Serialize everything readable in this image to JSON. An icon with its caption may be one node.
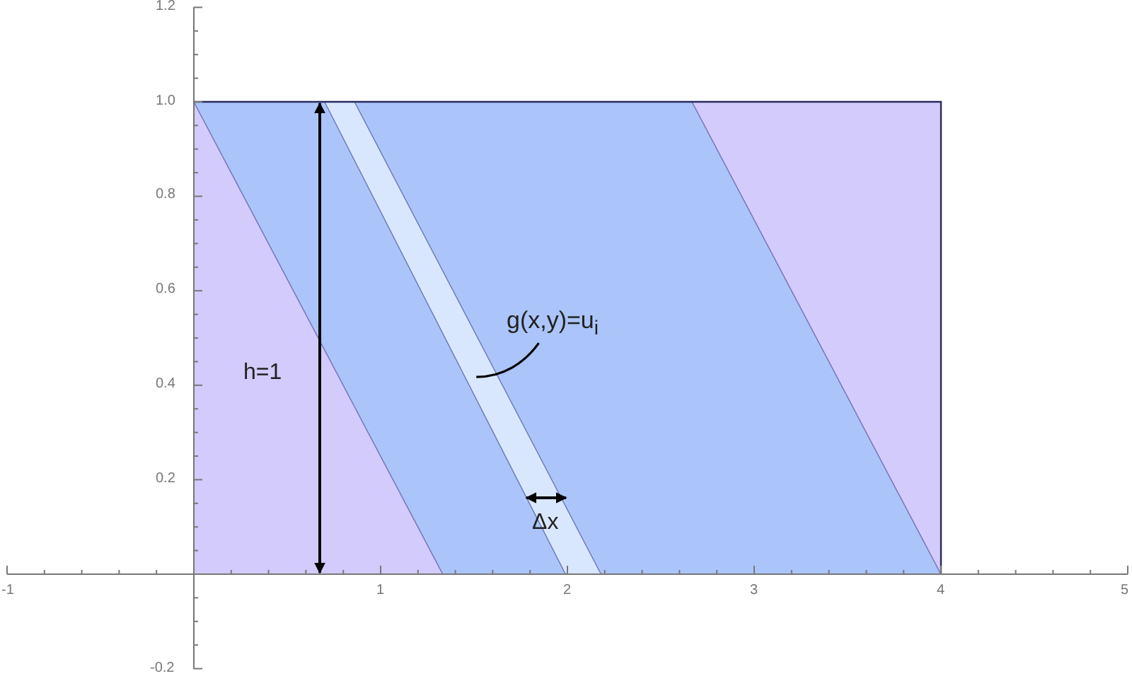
{
  "diagram": {
    "nodes": [
      {
        "text": [
          "g(x,y)=u$_{i}$"
        ]
      },
      {
        "text": [],
        "shape": "bar"
      }
    ],
    "edges": [
      {
        "from": 0,
        "to": 1,
        "arrow": "none"
      }
    ],
    "labels": [
      "1.2",
      "1.0",
      "0.8",
      "0.6",
      "h=1",
      "0.4",
      "0.2",
      "Δx",
      "-1",
      "1",
      "2",
      "3",
      "4",
      "5",
      "-0.2"
    ]
  }
}
